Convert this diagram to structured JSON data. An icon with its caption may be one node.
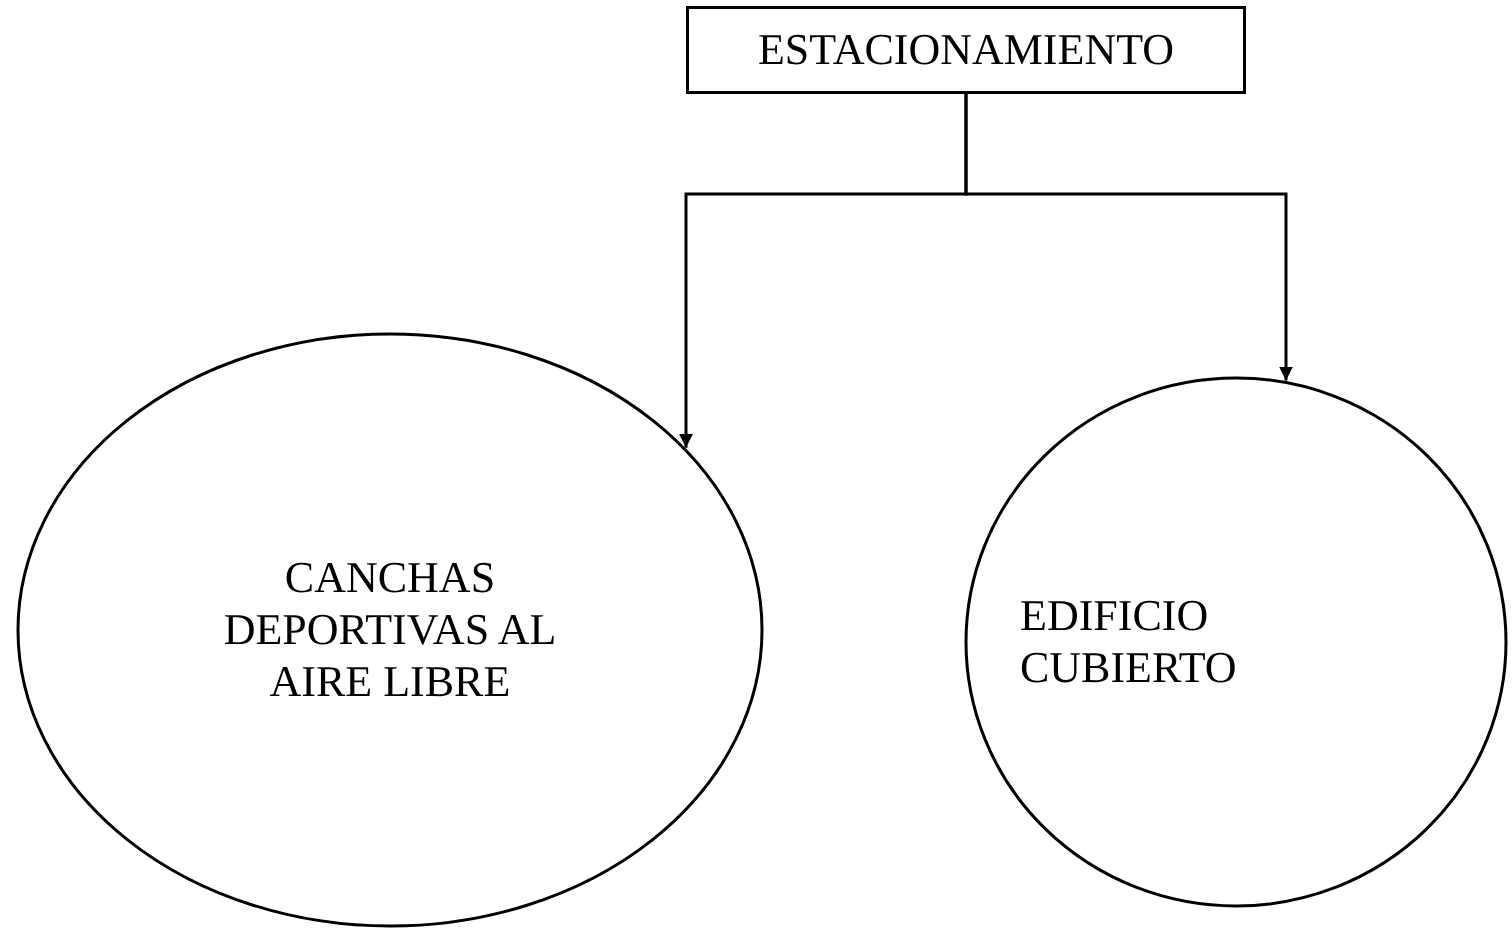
{
  "diagram": {
    "nodes": [
      {
        "text": [
          "ESTACIONAMIENTO"
        ]
      },
      {
        "text": [
          "CANCHAS DEPORTIVAS AL AIRE LIBRE"
        ]
      },
      {
        "text": [
          "EDIFICIO CUBIERTO"
        ]
      }
    ],
    "edges": [
      {
        "from": 0,
        "to": 1,
        "arrow": "to"
      },
      {
        "from": 0,
        "to": 2,
        "arrow": "to"
      }
    ]
  }
}
